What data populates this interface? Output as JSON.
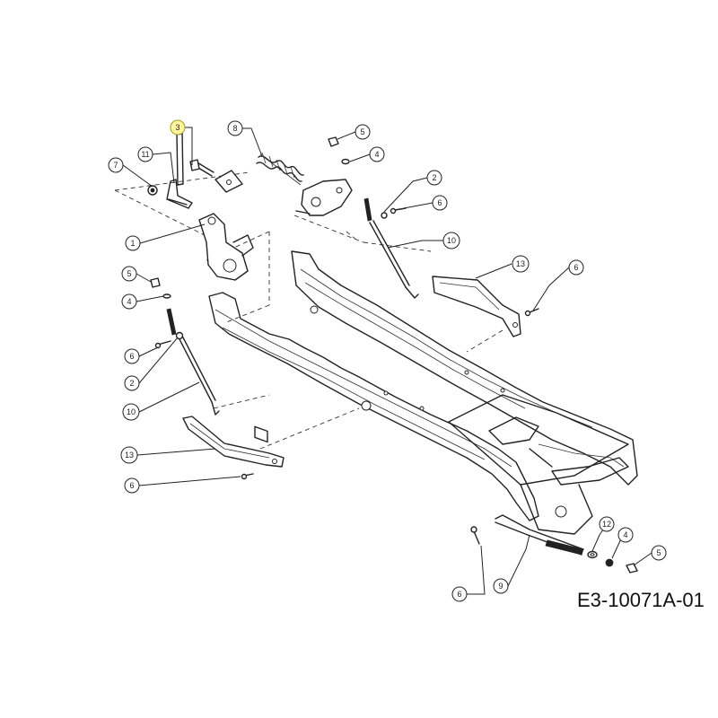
{
  "drawing_code": "E3-10071A-01",
  "callouts": [
    {
      "label": "3",
      "highlighted": true
    },
    {
      "label": "8",
      "highlighted": false
    },
    {
      "label": "5",
      "highlighted": false
    },
    {
      "label": "7",
      "highlighted": false
    },
    {
      "label": "11",
      "highlighted": false
    },
    {
      "label": "4",
      "highlighted": false
    },
    {
      "label": "2",
      "highlighted": false
    },
    {
      "label": "6",
      "highlighted": false
    },
    {
      "label": "1",
      "highlighted": false
    },
    {
      "label": "10",
      "highlighted": false
    },
    {
      "label": "13",
      "highlighted": false
    },
    {
      "label": "6",
      "highlighted": false
    },
    {
      "label": "5",
      "highlighted": false
    },
    {
      "label": "4",
      "highlighted": false
    },
    {
      "label": "6",
      "highlighted": false
    },
    {
      "label": "2",
      "highlighted": false
    },
    {
      "label": "10",
      "highlighted": false
    },
    {
      "label": "13",
      "highlighted": false
    },
    {
      "label": "6",
      "highlighted": false
    },
    {
      "label": "12",
      "highlighted": false
    },
    {
      "label": "4",
      "highlighted": false
    },
    {
      "label": "5",
      "highlighted": false
    },
    {
      "label": "9",
      "highlighted": false
    },
    {
      "label": "6",
      "highlighted": false
    }
  ],
  "colors": {
    "highlight": "#fff59d",
    "line": "#222222"
  }
}
